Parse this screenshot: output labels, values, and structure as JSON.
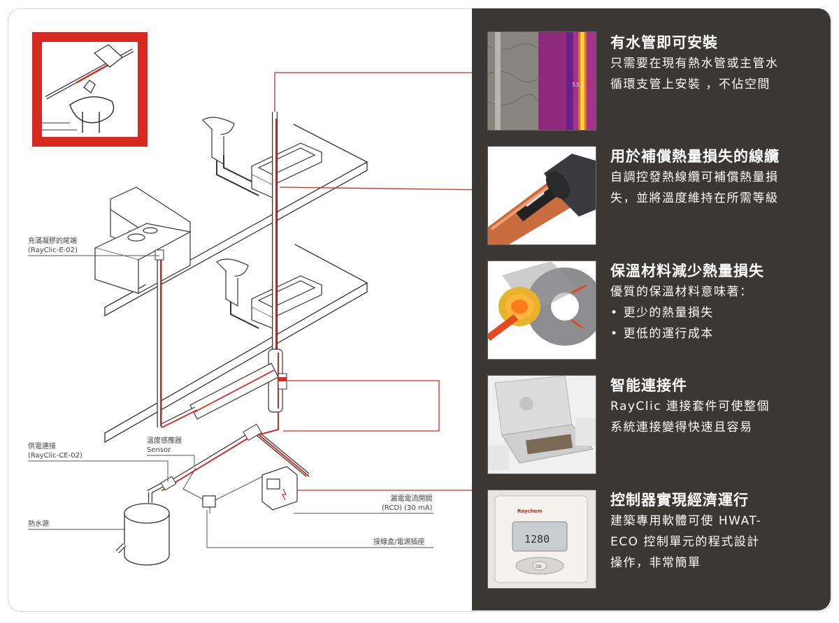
{
  "labels": {
    "end_seal_zh": "充滿凝膠的尾端",
    "end_seal_code": "(RayClic-E-02)",
    "power_conn_zh": "供電連接",
    "power_conn_code": "(RayClic-CE-02)",
    "sensor_zh": "溫度感應器",
    "sensor_en": "Sensor",
    "heater_zh": "熱水源",
    "rcd_zh": "漏電電流開關",
    "rcd_code": "(RCD) (30 mA)",
    "junction_zh": "接線盒/電源插座"
  },
  "features": [
    {
      "title": "有水管即可安裝",
      "lines": [
        "只需要在現有熱水管或主管水",
        "循環支管上安裝 ，不佔空間"
      ]
    },
    {
      "title": "用於補償熱量損失的線纜",
      "lines": [
        "自調控發熱線纜可補償熱量損",
        "失，並將溫度維持在所需等級"
      ]
    },
    {
      "title": "保溫材料減少熱量損失",
      "lines": [
        "優質的保溫材料意味著："
      ],
      "bullets": [
        "更少的熱量損失",
        "更低的運行成本"
      ]
    },
    {
      "title": "智能連接件",
      "lines": [
        "RayClic 連接套件可使整個",
        "系統連接變得快速且容易"
      ]
    },
    {
      "title": "控制器實現經濟運行",
      "lines": [
        "建築專用軟體可使 HWAT-",
        "ECO 控制單元的程式設計",
        "操作，非常簡單"
      ]
    }
  ],
  "thermo_display": {
    "brand": "Raychem",
    "reading": "1280",
    "ok_label": "OK"
  },
  "thermal_image": {
    "readout": "53.1"
  },
  "colors": {
    "accent_red": "#d7291f",
    "panel": "#3b3735",
    "pipe": "#333333"
  }
}
